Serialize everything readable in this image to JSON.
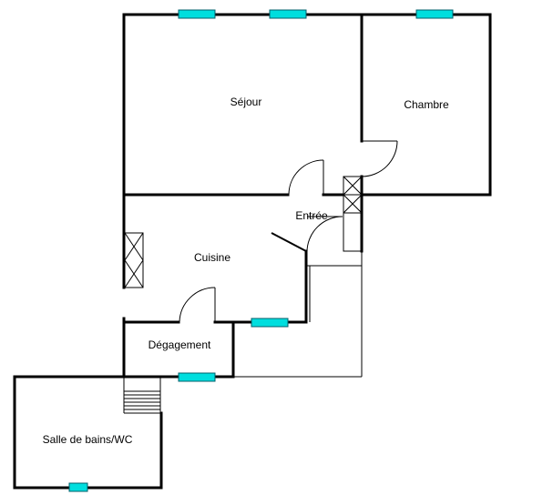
{
  "rooms": {
    "sejour": "Séjour",
    "chambre": "Chambre",
    "entree": "Entrée",
    "cuisine": "Cuisine",
    "degagement": "Dégagement",
    "salle_de_bains": "Salle de bains/WC"
  },
  "colors": {
    "wall": "#000000",
    "window": "#00dede",
    "background": "#ffffff"
  },
  "icons": {
    "window": "window-icon",
    "door": "door-swing-icon",
    "duct": "ventilation-shaft-icon",
    "stairs": "stairs-icon"
  }
}
